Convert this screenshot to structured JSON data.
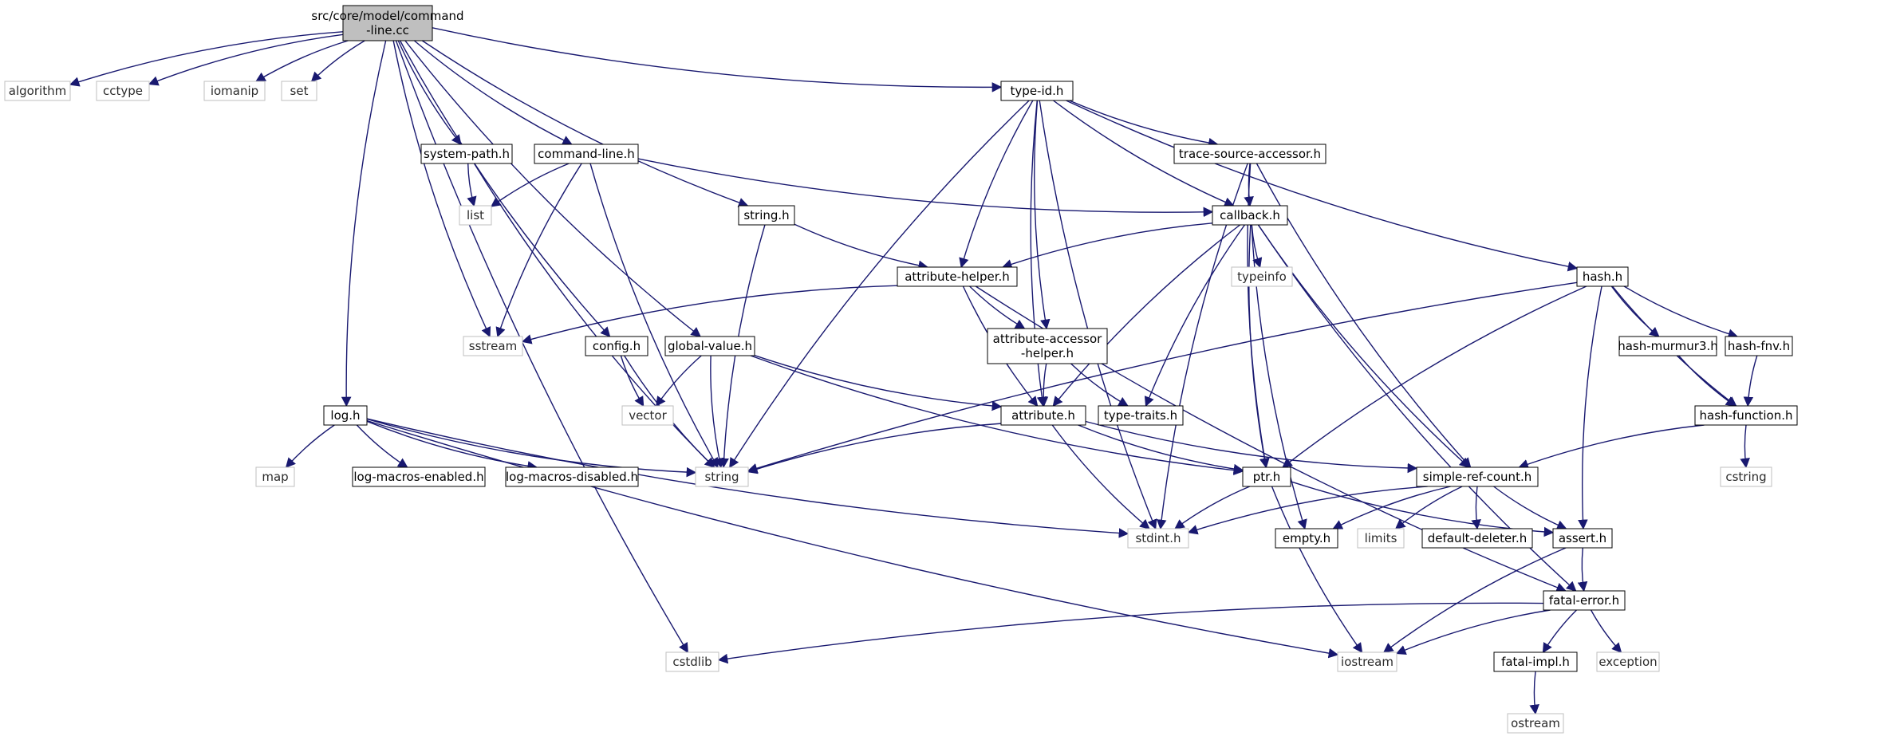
{
  "colors": {
    "edge": "#191970",
    "root_fill": "#bfbfbf",
    "border": "#000000",
    "system_border": "#bfbfbf"
  },
  "nodes": [
    {
      "id": "root",
      "label": "src/core/model/command\n-line.cc",
      "kind": "root"
    },
    {
      "id": "algorithm",
      "label": "algorithm",
      "kind": "system"
    },
    {
      "id": "cctype",
      "label": "cctype",
      "kind": "system"
    },
    {
      "id": "iomanip",
      "label": "iomanip",
      "kind": "system"
    },
    {
      "id": "set",
      "label": "set",
      "kind": "system"
    },
    {
      "id": "cstdlib",
      "label": "cstdlib",
      "kind": "system"
    },
    {
      "id": "log",
      "label": "log.h",
      "kind": "local"
    },
    {
      "id": "sstream",
      "label": "sstream",
      "kind": "system"
    },
    {
      "id": "systempath",
      "label": "system-path.h",
      "kind": "local"
    },
    {
      "id": "commandline",
      "label": "command-line.h",
      "kind": "local"
    },
    {
      "id": "config",
      "label": "config.h",
      "kind": "local"
    },
    {
      "id": "globalvalue",
      "label": "global-value.h",
      "kind": "local"
    },
    {
      "id": "stringh",
      "label": "string.h",
      "kind": "local"
    },
    {
      "id": "typeid",
      "label": "type-id.h",
      "kind": "local"
    },
    {
      "id": "list",
      "label": "list",
      "kind": "system"
    },
    {
      "id": "string",
      "label": "string",
      "kind": "system"
    },
    {
      "id": "stdint",
      "label": "stdint.h",
      "kind": "system"
    },
    {
      "id": "attrhelper",
      "label": "attribute-helper.h",
      "kind": "local"
    },
    {
      "id": "attribute",
      "label": "attribute.h",
      "kind": "local"
    },
    {
      "id": "attracc",
      "label": "attribute-accessor\n-helper.h",
      "kind": "local"
    },
    {
      "id": "tracesrc",
      "label": "trace-source-accessor.h",
      "kind": "local"
    },
    {
      "id": "callback",
      "label": "callback.h",
      "kind": "local"
    },
    {
      "id": "hash",
      "label": "hash.h",
      "kind": "local"
    },
    {
      "id": "ptr",
      "label": "ptr.h",
      "kind": "local"
    },
    {
      "id": "simpleref",
      "label": "simple-ref-count.h",
      "kind": "local"
    },
    {
      "id": "fatalerror",
      "label": "fatal-error.h",
      "kind": "local"
    },
    {
      "id": "typeinfo",
      "label": "typeinfo",
      "kind": "system"
    },
    {
      "id": "typetraits",
      "label": "type-traits.h",
      "kind": "local"
    },
    {
      "id": "empty",
      "label": "empty.h",
      "kind": "local"
    },
    {
      "id": "vector",
      "label": "vector",
      "kind": "system"
    },
    {
      "id": "map",
      "label": "map",
      "kind": "system"
    },
    {
      "id": "logen",
      "label": "log-macros-enabled.h",
      "kind": "local"
    },
    {
      "id": "logdis",
      "label": "log-macros-disabled.h",
      "kind": "local"
    },
    {
      "id": "iostream",
      "label": "iostream",
      "kind": "system"
    },
    {
      "id": "limits",
      "label": "limits",
      "kind": "system"
    },
    {
      "id": "defdel",
      "label": "default-deleter.h",
      "kind": "local"
    },
    {
      "id": "assert",
      "label": "assert.h",
      "kind": "local"
    },
    {
      "id": "murmur",
      "label": "hash-murmur3.h",
      "kind": "local"
    },
    {
      "id": "fnv",
      "label": "hash-fnv.h",
      "kind": "local"
    },
    {
      "id": "hashfunc",
      "label": "hash-function.h",
      "kind": "local"
    },
    {
      "id": "cstring",
      "label": "cstring",
      "kind": "system"
    },
    {
      "id": "fatalimpl",
      "label": "fatal-impl.h",
      "kind": "local"
    },
    {
      "id": "exception",
      "label": "exception",
      "kind": "system"
    },
    {
      "id": "ostream",
      "label": "ostream",
      "kind": "system"
    }
  ],
  "edges": [
    [
      "root",
      "algorithm"
    ],
    [
      "root",
      "cctype"
    ],
    [
      "root",
      "iomanip"
    ],
    [
      "root",
      "set"
    ],
    [
      "root",
      "cstdlib"
    ],
    [
      "root",
      "log"
    ],
    [
      "root",
      "sstream"
    ],
    [
      "root",
      "systempath"
    ],
    [
      "root",
      "commandline"
    ],
    [
      "root",
      "config"
    ],
    [
      "root",
      "globalvalue"
    ],
    [
      "root",
      "stringh"
    ],
    [
      "root",
      "typeid"
    ],
    [
      "systempath",
      "list"
    ],
    [
      "systempath",
      "string"
    ],
    [
      "commandline",
      "list"
    ],
    [
      "commandline",
      "sstream"
    ],
    [
      "commandline",
      "string"
    ],
    [
      "commandline",
      "callback"
    ],
    [
      "stringh",
      "string"
    ],
    [
      "stringh",
      "attrhelper"
    ],
    [
      "typeid",
      "string"
    ],
    [
      "typeid",
      "stdint"
    ],
    [
      "typeid",
      "attrhelper"
    ],
    [
      "typeid",
      "attribute"
    ],
    [
      "typeid",
      "attracc"
    ],
    [
      "typeid",
      "tracesrc"
    ],
    [
      "typeid",
      "callback"
    ],
    [
      "typeid",
      "hash"
    ],
    [
      "tracesrc",
      "callback"
    ],
    [
      "tracesrc",
      "stdint"
    ],
    [
      "tracesrc",
      "ptr"
    ],
    [
      "tracesrc",
      "simpleref"
    ],
    [
      "callback",
      "attrhelper"
    ],
    [
      "callback",
      "typeinfo"
    ],
    [
      "callback",
      "attribute"
    ],
    [
      "callback",
      "typetraits"
    ],
    [
      "callback",
      "ptr"
    ],
    [
      "callback",
      "empty"
    ],
    [
      "callback",
      "simpleref"
    ],
    [
      "callback",
      "fatalerror"
    ],
    [
      "attrhelper",
      "sstream"
    ],
    [
      "attrhelper",
      "attribute"
    ],
    [
      "attrhelper",
      "attracc"
    ],
    [
      "attrhelper",
      "fatalerror"
    ],
    [
      "attracc",
      "attribute"
    ],
    [
      "attracc",
      "typetraits"
    ],
    [
      "config",
      "vector"
    ],
    [
      "config",
      "string"
    ],
    [
      "globalvalue",
      "vector"
    ],
    [
      "globalvalue",
      "string"
    ],
    [
      "globalvalue",
      "attribute"
    ],
    [
      "globalvalue",
      "ptr"
    ],
    [
      "attribute",
      "string"
    ],
    [
      "attribute",
      "stdint"
    ],
    [
      "attribute",
      "ptr"
    ],
    [
      "attribute",
      "simpleref"
    ],
    [
      "log",
      "map"
    ],
    [
      "log",
      "logen"
    ],
    [
      "log",
      "logdis"
    ],
    [
      "log",
      "string"
    ],
    [
      "log",
      "stdint"
    ],
    [
      "log",
      "iostream"
    ],
    [
      "hash",
      "string"
    ],
    [
      "hash",
      "ptr"
    ],
    [
      "hash",
      "murmur"
    ],
    [
      "hash",
      "fnv"
    ],
    [
      "hash",
      "hashfunc"
    ],
    [
      "hash",
      "assert"
    ],
    [
      "murmur",
      "hashfunc"
    ],
    [
      "fnv",
      "hashfunc"
    ],
    [
      "hashfunc",
      "cstring"
    ],
    [
      "hashfunc",
      "simpleref"
    ],
    [
      "ptr",
      "stdint"
    ],
    [
      "ptr",
      "assert"
    ],
    [
      "ptr",
      "iostream"
    ],
    [
      "simpleref",
      "stdint"
    ],
    [
      "simpleref",
      "empty"
    ],
    [
      "simpleref",
      "limits"
    ],
    [
      "simpleref",
      "defdel"
    ],
    [
      "simpleref",
      "assert"
    ],
    [
      "assert",
      "fatalerror"
    ],
    [
      "assert",
      "iostream"
    ],
    [
      "fatalerror",
      "cstdlib"
    ],
    [
      "fatalerror",
      "iostream"
    ],
    [
      "fatalerror",
      "fatalimpl"
    ],
    [
      "fatalerror",
      "exception"
    ],
    [
      "fatalimpl",
      "ostream"
    ]
  ]
}
